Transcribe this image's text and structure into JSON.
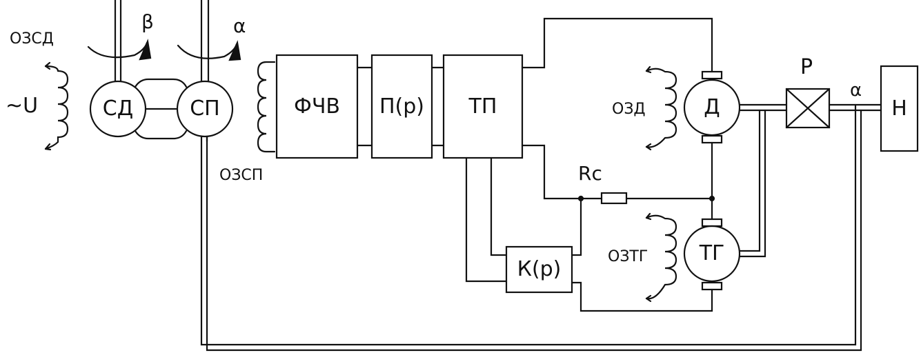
{
  "labels": {
    "ozsd": "ОЗСД",
    "source": "~U",
    "beta": "β",
    "alpha_top": "α",
    "ozsp": "ОЗСП",
    "ozd": "ОЗД",
    "oztg": "ОЗТГ",
    "rc": "Rc",
    "p": "P",
    "alpha_right": "α"
  },
  "blocks": {
    "sd": "СД",
    "sp": "СП",
    "fchv": "ФЧВ",
    "pp": "П(р)",
    "tp": "ТП",
    "d": "Д",
    "tg": "ТГ",
    "kp": "К(р)",
    "n": "Н"
  },
  "colors": {
    "ink": "#111111",
    "background": "#ffffff"
  }
}
